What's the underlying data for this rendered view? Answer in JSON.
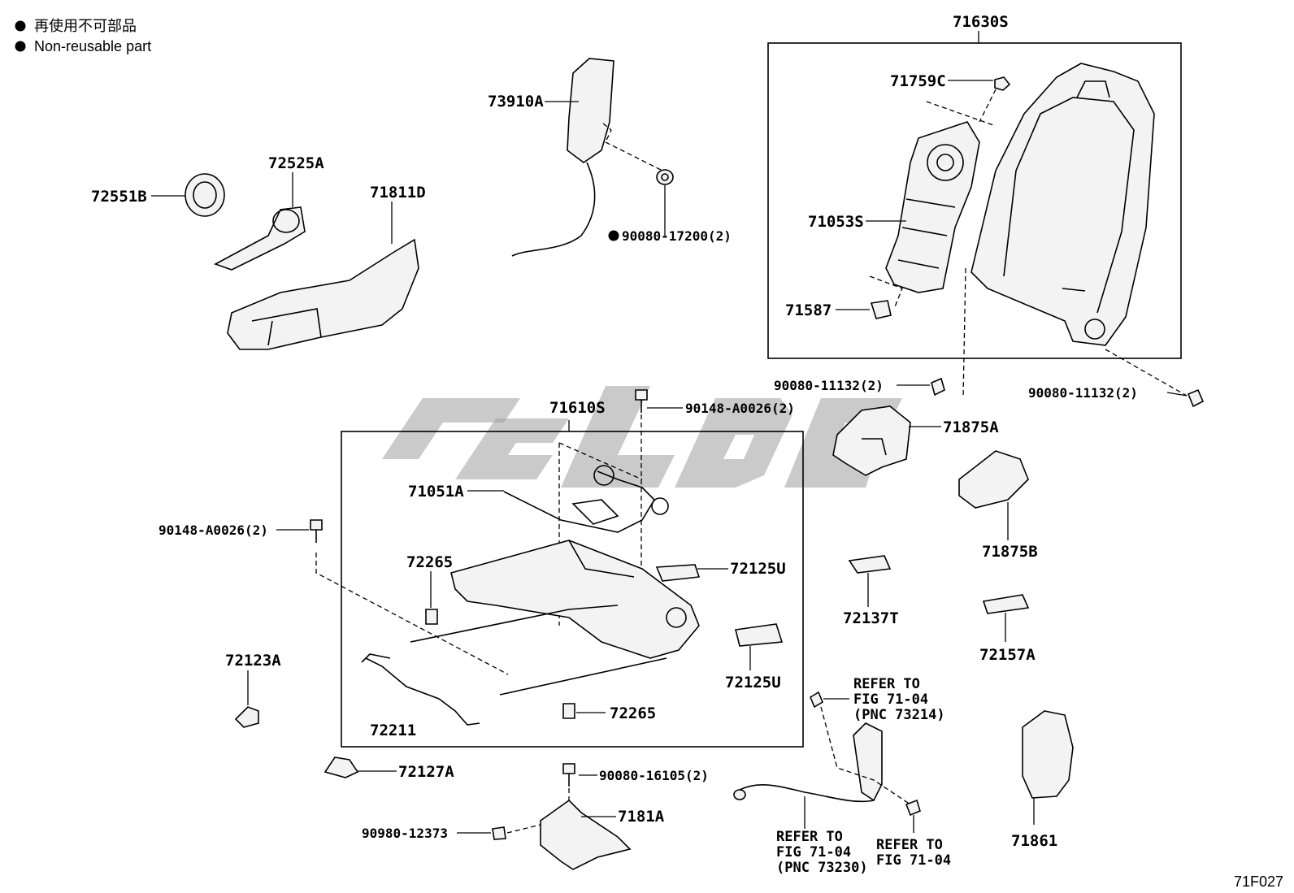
{
  "legend": {
    "items": [
      {
        "text": "再使用不可部品"
      },
      {
        "text": "Non-reusable part"
      }
    ]
  },
  "labels": {
    "p71630S": "71630S",
    "p71759C": "71759C",
    "p71053S": "71053S",
    "p71587": "71587",
    "p73910A": "73910A",
    "p90080_17200": "90080-17200(2)",
    "p72525A": "72525A",
    "p72551B": "72551B",
    "p71811D": "71811D",
    "p90080_11132_left": "90080-11132(2)",
    "p90080_11132_right": "90080-11132(2)",
    "p71875A": "71875A",
    "p71875B": "71875B",
    "p71610S": "71610S",
    "p90148_A0026_top": "90148-A0026(2)",
    "p90148_A0026_left": "90148-A0026(2)",
    "p71051A": "71051A",
    "p72265_top": "72265",
    "p72265_bottom": "72265",
    "p72125U_top": "72125U",
    "p72125U_bottom": "72125U",
    "p72137T": "72137T",
    "p72157A": "72157A",
    "p72123A": "72123A",
    "p72211": "72211",
    "p72127A": "72127A",
    "p90080_16105": "90080-16105(2)",
    "p7181A": "7181A",
    "p90980_12373": "90980-12373",
    "p71861": "71861"
  },
  "references": {
    "ref_top_1": "REFER TO",
    "ref_top_2": "FIG 71-04",
    "ref_top_3": "(PNC 73214)",
    "ref_bl_1": "REFER TO",
    "ref_bl_2": "FIG 71-04",
    "ref_bl_3": "(PNC 73230)",
    "ref_br_1": "REFER TO",
    "ref_br_2": "FIG 71-04"
  },
  "figure_id": "71F027"
}
